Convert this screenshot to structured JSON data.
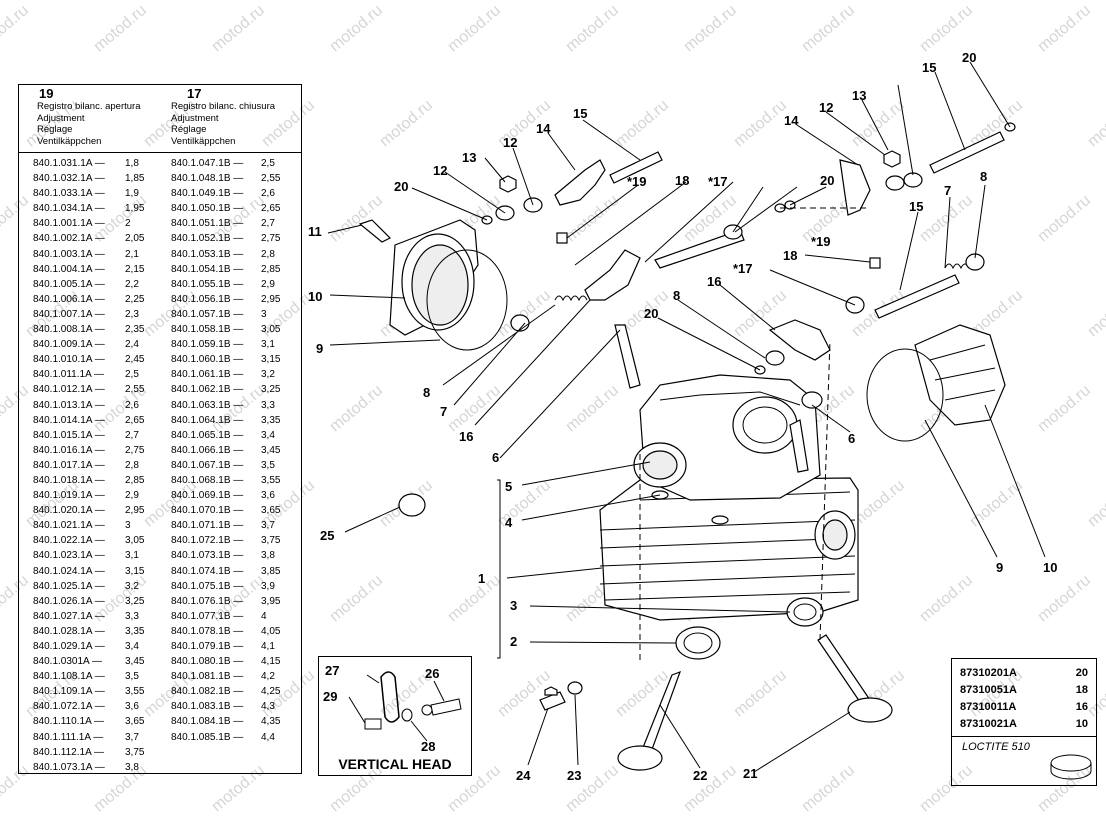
{
  "watermark": "motod.ru",
  "table": {
    "left": {
      "ref": "19",
      "title": "Registro bilanc. apertura",
      "lines": [
        "Adjustment",
        "Réglage",
        "Ventilkäppchen"
      ],
      "rows": [
        [
          "840.1.031.1A —",
          "1,8"
        ],
        [
          "840.1.032.1A —",
          "1,85"
        ],
        [
          "840.1.033.1A —",
          "1,9"
        ],
        [
          "840.1.034.1A —",
          "1,95"
        ],
        [
          "840.1.001.1A —",
          "2"
        ],
        [
          "840.1.002.1A —",
          "2,05"
        ],
        [
          "840.1.003.1A —",
          "2,1"
        ],
        [
          "840.1.004.1A —",
          "2,15"
        ],
        [
          "840.1.005.1A —",
          "2,2"
        ],
        [
          "840.1.006.1A —",
          "2,25"
        ],
        [
          "840.1.007.1A —",
          "2,3"
        ],
        [
          "840.1.008.1A —",
          "2,35"
        ],
        [
          "840.1.009.1A —",
          "2,4"
        ],
        [
          "840.1.010.1A —",
          "2,45"
        ],
        [
          "840.1.011.1A —",
          "2,5"
        ],
        [
          "840.1.012.1A —",
          "2,55"
        ],
        [
          "840.1.013.1A —",
          "2,6"
        ],
        [
          "840.1.014.1A —",
          "2,65"
        ],
        [
          "840.1.015.1A —",
          "2,7"
        ],
        [
          "840.1.016.1A —",
          "2,75"
        ],
        [
          "840.1.017.1A —",
          "2,8"
        ],
        [
          "840.1.018.1A —",
          "2,85"
        ],
        [
          "840.1.019.1A —",
          "2,9"
        ],
        [
          "840.1.020.1A —",
          "2,95"
        ],
        [
          "840.1.021.1A —",
          "3"
        ],
        [
          "840.1.022.1A —",
          "3,05"
        ],
        [
          "840.1.023.1A —",
          "3,1"
        ],
        [
          "840.1.024.1A —",
          "3,15"
        ],
        [
          "840.1.025.1A —",
          "3,2"
        ],
        [
          "840.1.026.1A —",
          "3,25"
        ],
        [
          "840.1.027.1A —",
          "3,3"
        ],
        [
          "840.1.028.1A —",
          "3,35"
        ],
        [
          "840.1.029.1A —",
          "3,4"
        ],
        [
          "840.1.0301A —",
          "3,45"
        ],
        [
          "840.1.108.1A —",
          "3,5"
        ],
        [
          "840.1.109.1A —",
          "3,55"
        ],
        [
          "840.1.072.1A —",
          "3,6"
        ],
        [
          "840.1.110.1A —",
          "3,65"
        ],
        [
          "840.1.111.1A —",
          "3,7"
        ],
        [
          "840.1.112.1A —",
          "3,75"
        ],
        [
          "840.1.073.1A —",
          "3,8"
        ]
      ]
    },
    "right": {
      "ref": "17",
      "title": "Registro bilanc. chiusura",
      "lines": [
        "Adjustment",
        "Réglage",
        "Ventilkäppchen"
      ],
      "rows": [
        [
          "840.1.047.1B —",
          "2,5"
        ],
        [
          "840.1.048.1B —",
          "2,55"
        ],
        [
          "840.1.049.1B —",
          "2,6"
        ],
        [
          "840.1.050.1B —",
          "2,65"
        ],
        [
          "840.1.051.1B —",
          "2,7"
        ],
        [
          "840.1.052.1B —",
          "2,75"
        ],
        [
          "840.1.053.1B —",
          "2,8"
        ],
        [
          "840.1.054.1B —",
          "2,85"
        ],
        [
          "840.1.055.1B —",
          "2,9"
        ],
        [
          "840.1.056.1B —",
          "2,95"
        ],
        [
          "840.1.057.1B —",
          "3"
        ],
        [
          "840.1.058.1B —",
          "3,05"
        ],
        [
          "840.1.059.1B —",
          "3,1"
        ],
        [
          "840.1.060.1B —",
          "3,15"
        ],
        [
          "840.1.061.1B —",
          "3,2"
        ],
        [
          "840.1.062.1B —",
          "3,25"
        ],
        [
          "840.1.063.1B —",
          "3,3"
        ],
        [
          "840.1.064.1B —",
          "3,35"
        ],
        [
          "840.1.065.1B —",
          "3,4"
        ],
        [
          "840.1.066.1B —",
          "3,45"
        ],
        [
          "840.1.067.1B —",
          "3,5"
        ],
        [
          "840.1.068.1B —",
          "3,55"
        ],
        [
          "840.1.069.1B —",
          "3,6"
        ],
        [
          "840.1.070.1B —",
          "3,65"
        ],
        [
          "840.1.071.1B —",
          "3,7"
        ],
        [
          "840.1.072.1B —",
          "3,75"
        ],
        [
          "840.1.073.1B —",
          "3,8"
        ],
        [
          "840.1.074.1B —",
          "3,85"
        ],
        [
          "840.1.075.1B —",
          "3,9"
        ],
        [
          "840.1.076.1B —",
          "3,95"
        ],
        [
          "840.1.077.1B —",
          "4"
        ],
        [
          "840.1.078.1B —",
          "4,05"
        ],
        [
          "840.1.079.1B —",
          "4,1"
        ],
        [
          "840.1.080.1B —",
          "4,15"
        ],
        [
          "840.1.081.1B —",
          "4,2"
        ],
        [
          "840.1.082.1B —",
          "4,25"
        ],
        [
          "840.1.083.1B —",
          "4,3"
        ],
        [
          "840.1.084.1B —",
          "4,35"
        ],
        [
          "840.1.085.1B —",
          "4,4"
        ]
      ]
    }
  },
  "vertical_head": {
    "label": "VERTICAL HEAD",
    "callouts": [
      "27",
      "26",
      "29",
      "28"
    ]
  },
  "kit": {
    "rows": [
      [
        "87310201A",
        "20"
      ],
      [
        "87310051A",
        "18"
      ],
      [
        "87310011A",
        "16"
      ],
      [
        "87310021A",
        "10"
      ]
    ],
    "note": "LOCTITE 510"
  },
  "callouts": [
    "1",
    "2",
    "3",
    "4",
    "5",
    "6",
    "6",
    "7",
    "7",
    "8",
    "8",
    "8",
    "9",
    "9",
    "10",
    "10",
    "11",
    "12",
    "12",
    "12",
    "13",
    "13",
    "14",
    "14",
    "15",
    "15",
    "15",
    "16",
    "16",
    "*17",
    "*17",
    "18",
    "18",
    "*19",
    "*19",
    "20",
    "20",
    "20",
    "20",
    "21",
    "22",
    "23",
    "24",
    "25"
  ]
}
